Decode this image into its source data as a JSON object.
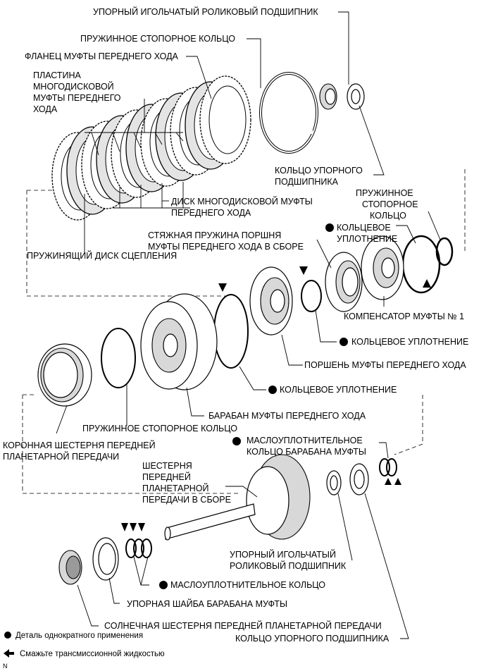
{
  "labels": {
    "thrust_bearing_top": "УПОРНЫЙ ИГОЛЬЧАТЫЙ РОЛИКОВЫЙ ПОДШИПНИК",
    "snap_ring_top": "ПРУЖИННОЕ СТОПОРНОЕ КОЛЬЦО",
    "forward_flange": "ФЛАНЕЦ МУФТЫ ПЕРЕДНЕГО ХОДА",
    "clutch_plate": [
      "ПЛАСТИНА",
      "МНОГОДИСКОВОЙ",
      "МУФТЫ ПЕРЕДНЕГО",
      "ХОДА"
    ],
    "bearing_race_top": [
      "КОЛЬЦО УПОРНОГО",
      "ПОДШИПНИКА"
    ],
    "spring_snap_ring_right": [
      "ПРУЖИННОЕ",
      "СТОПОРНОЕ",
      "КОЛЬЦО"
    ],
    "clutch_disc": [
      "ДИСК МНОГОДИСКОВОЙ МУФТЫ",
      "ПЕРЕДНЕГО ХОДА"
    ],
    "return_spring": [
      "СТЯЖНАЯ ПРУЖИНА ПОРШНЯ",
      "МУФТЫ ПЕРЕДНЕГО ХОДА В СБОРЕ"
    ],
    "o_ring_upper": [
      "КОЛЬЦЕВОЕ",
      "УПЛОТНЕНИЕ"
    ],
    "cushion_plate": "ПРУЖИНЯЩИЙ ДИСК СЦЕПЛЕНИЯ",
    "compensator": "КОМПЕНСАТОР МУФТЫ № 1",
    "o_ring_mid": "КОЛЬЦЕВОЕ УПЛОТНЕНИЕ",
    "piston": "ПОРШЕНЬ МУФТЫ ПЕРЕДНЕГО ХОДА",
    "o_ring_lower": "КОЛЬЦЕВОЕ УПЛОТНЕНИЕ",
    "drum": "БАРАБАН МУФТЫ ПЕРЕДНЕГО ХОДА",
    "snap_ring_lower": "ПРУЖИННОЕ СТОПОРНОЕ КОЛЬЦО",
    "ring_gear": [
      "КОРОННАЯ ШЕСТЕРНЯ ПЕРЕДНЕЙ",
      "ПЛАНЕТАРНОЙ ПЕРЕДАЧИ"
    ],
    "oil_seal_drum": [
      "МАСЛОУПЛОТНИТЕЛЬНОЕ",
      "КОЛЬЦО БАРАБАНА МУФТЫ"
    ],
    "planetary_gear": [
      "ШЕСТЕРНЯ",
      "ПЕРЕДНЕЙ",
      "ПЛАНЕТАРНОЙ",
      "ПЕРЕДАЧИ В СБОРЕ"
    ],
    "thrust_bearing_bottom": [
      "УПОРНЫЙ ИГОЛЬЧАТЫЙ",
      "РОЛИКОВЫЙ ПОДШИПНИК"
    ],
    "oil_seal_ring": "МАСЛОУПЛОТНИТЕЛЬНОЕ КОЛЬЦО",
    "thrust_washer": "УПОРНАЯ ШАЙБА БАРАБАНА МУФТЫ",
    "sun_gear": "СОЛНЕЧНАЯ ШЕСТЕРНЯ ПЕРЕДНЕЙ ПЛАНЕТАРНОЙ ПЕРЕДАЧИ",
    "bearing_race_bottom": "КОЛЬЦО УПОРНОГО ПОДШИПНИКА"
  },
  "legend": {
    "non_reusable": "Деталь однократного применения",
    "apply_atf": "Смажьте трансмиссионной жидкостью"
  },
  "corner_mark": "N"
}
